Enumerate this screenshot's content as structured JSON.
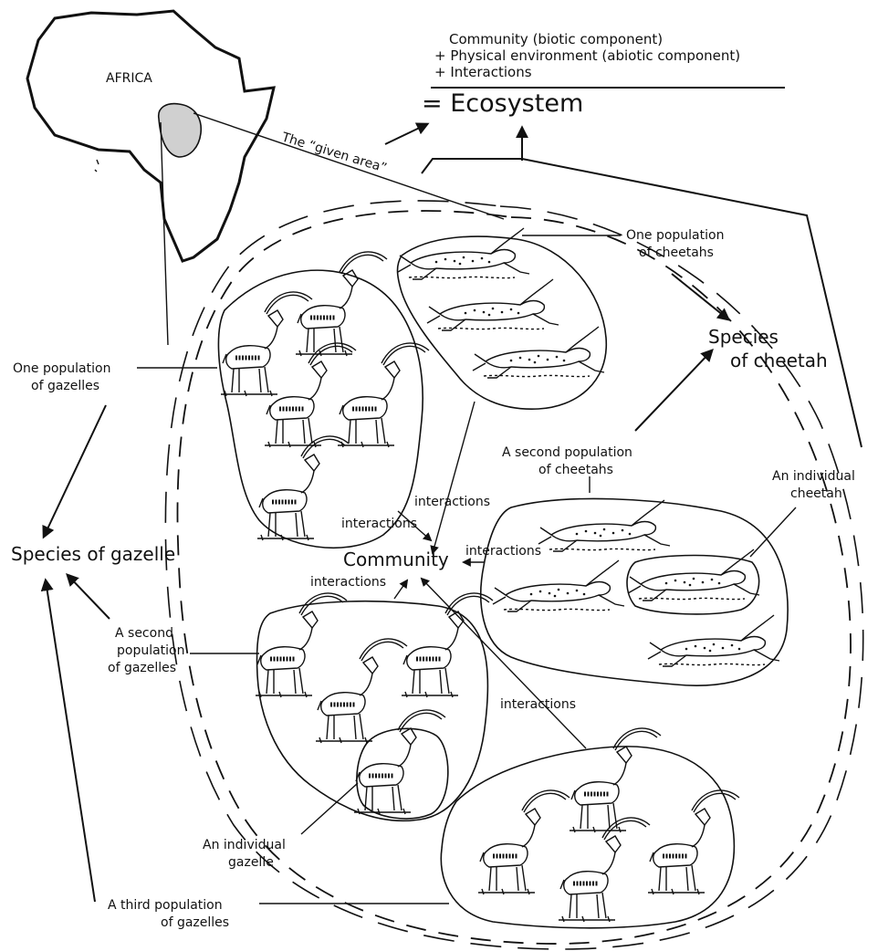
{
  "africa": {
    "label": "AFRICA"
  },
  "ecosystem": {
    "line1": "Community (biotic component)",
    "line2": "+ Physical environment (abiotic component)",
    "line3": "+ Interactions",
    "result": "= Ecosystem"
  },
  "given_area": "The “given area”",
  "labels": {
    "one_pop_cheetahs": [
      "One population",
      "of cheetahs"
    ],
    "species_cheetah": [
      "Species",
      "of cheetah"
    ],
    "one_pop_gazelles": [
      "One population",
      "of gazelles"
    ],
    "second_pop_cheetahs": [
      "A second population",
      "of cheetahs"
    ],
    "individual_cheetah": [
      "An individual",
      "cheetah"
    ],
    "species_gazelle": "Species of gazelle",
    "community": "Community",
    "second_pop_gazelles": [
      "A second",
      "population",
      "of gazelles"
    ],
    "individual_gazelle": [
      "An individual",
      "gazelle"
    ],
    "third_pop_gazelles": [
      "A third population",
      "of gazelles"
    ]
  },
  "interactions": {
    "left": "interactions",
    "top_center": "interactions",
    "right": "interactions",
    "bottom_left": "interactions",
    "bottom_right": "interactions"
  },
  "colors": {
    "ink": "#111111",
    "background": "#ffffff",
    "shaded_area": "#d0d0d0"
  }
}
